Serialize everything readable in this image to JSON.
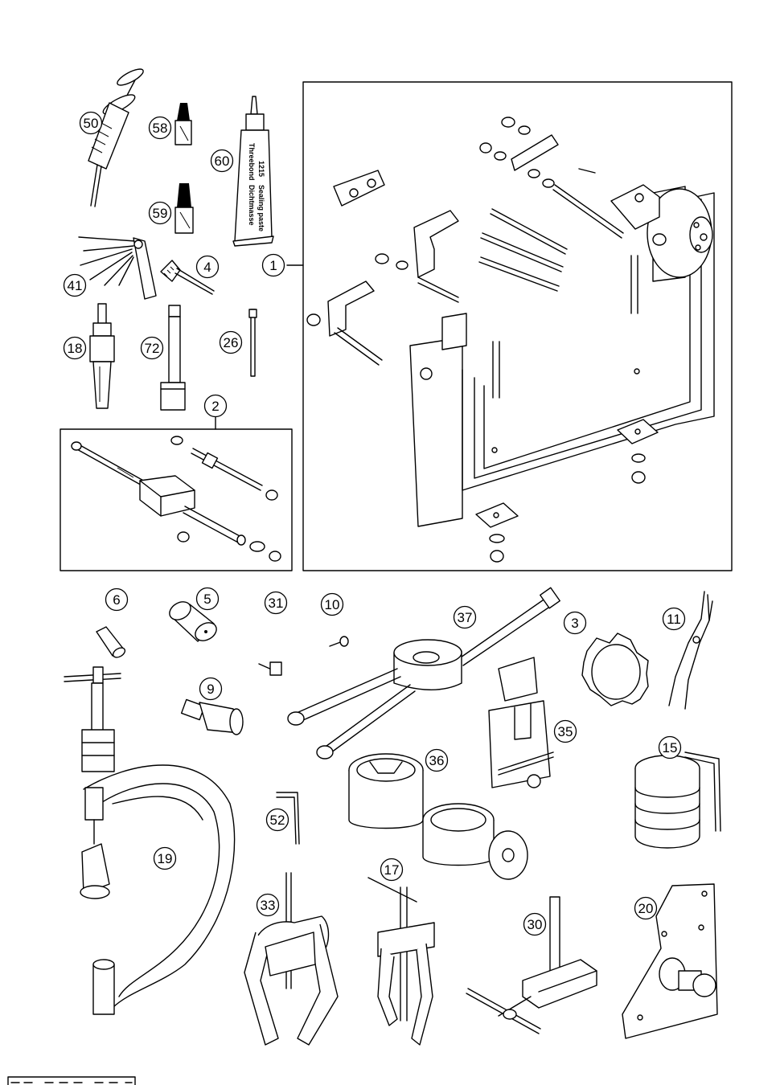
{
  "callouts": [
    {
      "id": "c1",
      "text": "1"
    },
    {
      "id": "c2",
      "text": "2"
    },
    {
      "id": "c3",
      "text": "3"
    },
    {
      "id": "c4",
      "text": "4"
    },
    {
      "id": "c5",
      "text": "5"
    },
    {
      "id": "c6",
      "text": "6"
    },
    {
      "id": "c9",
      "text": "9"
    },
    {
      "id": "c10",
      "text": "10"
    },
    {
      "id": "c11",
      "text": "11"
    },
    {
      "id": "c15",
      "text": "15"
    },
    {
      "id": "c17",
      "text": "17"
    },
    {
      "id": "c18",
      "text": "18"
    },
    {
      "id": "c19",
      "text": "19"
    },
    {
      "id": "c20",
      "text": "20"
    },
    {
      "id": "c26",
      "text": "26"
    },
    {
      "id": "c30",
      "text": "30"
    },
    {
      "id": "c31",
      "text": "31"
    },
    {
      "id": "c33",
      "text": "33"
    },
    {
      "id": "c35",
      "text": "35"
    },
    {
      "id": "c36",
      "text": "36"
    },
    {
      "id": "c37",
      "text": "37"
    },
    {
      "id": "c41",
      "text": "41"
    },
    {
      "id": "c50",
      "text": "50"
    },
    {
      "id": "c52",
      "text": "52"
    },
    {
      "id": "c58",
      "text": "58"
    },
    {
      "id": "c59",
      "text": "59"
    },
    {
      "id": "c60",
      "text": "60"
    },
    {
      "id": "c72",
      "text": "72"
    }
  ],
  "tube_label": {
    "line1": "Threebond",
    "line2": "1215",
    "line3": "Dichtmasse",
    "line4": "Sealing paste"
  },
  "icons": [
    "syringe-icon",
    "grease-tube-icon",
    "feeler-gauge-icon",
    "puller-icon",
    "engine-stand-icon",
    "pliers-icon",
    "piston-ring-compressor-icon"
  ]
}
